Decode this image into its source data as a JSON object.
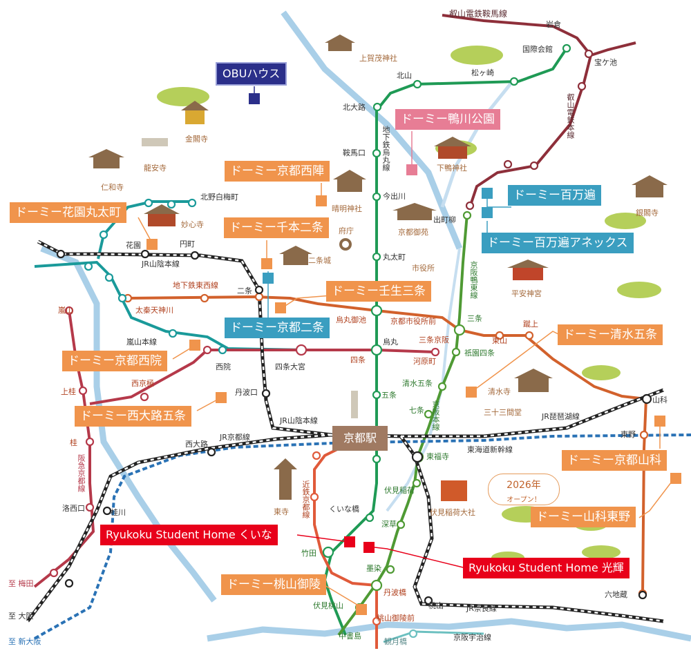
{
  "properties": {
    "obu": "OBUハウス",
    "kamogawa": "ドーミー鴨川公園",
    "hyakumanben": "ドーミー百万遍",
    "hyakumanben_annex": "ドーミー百万遍アネックス",
    "nishijin": "ドーミー京都西陣",
    "hanazono": "ドーミー花園丸太町",
    "senbon": "ドーミー千本二条",
    "mibu": "ドーミー壬生三条",
    "nijo": "ドーミー京都二条",
    "kiyomizu": "ドーミー清水五条",
    "saiin": "ドーミー京都西院",
    "nishioji": "ドーミー西大路五条",
    "yamashina": "ドーミー京都山科",
    "yamashina_higashino": "ドーミー山科東野",
    "kuina": "Ryukoku Student Home くいな",
    "koki": "Ryukoku Student Home 光輝",
    "momoyama": "ドーミー桃山御陵"
  },
  "opening_note": {
    "year": "2026年",
    "text": "オープン！"
  },
  "kyoto_station": "京都駅",
  "lines": {
    "eizan_kurama": "叡山電鉄鞍馬線",
    "eizan_main": "叡山電鉄本線",
    "karasuma": "地下鉄烏丸線",
    "tozai": "地下鉄東西線",
    "keihan_oto": "京阪鴨東線",
    "keihan_main": "京阪本線",
    "randen": "嵐山本線",
    "jr_sanin_1": "JR山陰本線",
    "jr_sanin_2": "JR山陰本線",
    "jr_kyoto": "JR京都線",
    "jr_biwako": "JR琵琶湖線",
    "tokaido": "東海道新幹線",
    "hankyu": "阪急京都線",
    "kintetsu": "近鉄京都線",
    "jr_nara": "JR奈良線",
    "keihan_uji": "京阪宇治線"
  },
  "stations": {
    "iwakura": "岩倉",
    "takaragaike": "宝ケ池",
    "kokusaikaikan": "国際会館",
    "kitayama": "北山",
    "matsugasaki": "松ヶ崎",
    "kitaoji": "北大路",
    "kuramaguchi": "鞍馬口",
    "imadegawa": "今出川",
    "marutamachi": "丸太町",
    "demachiyanagi": "出町柳",
    "kitanohakubaicho": "北野白梅町",
    "hanazono": "花園",
    "emmachi": "円町",
    "nijo": "二条",
    "uzumasatenjingawa": "太秦天神川",
    "karasumaoike": "烏丸御池",
    "shiyakushomae": "京都市役所前",
    "sanjo": "三条",
    "keage": "蹴上",
    "higashiyama": "東山",
    "sanjokeihan": "三条京阪",
    "gionshijo": "祇園四条",
    "karasuma": "烏丸",
    "shijo": "四条",
    "kawaramachi": "河原町",
    "saiin": "西院",
    "shijoomiya": "四条大宮",
    "nishikyogoku": "西京極",
    "arashiyama": "嵐山",
    "kamikatsura": "上桂",
    "katsura": "桂",
    "rakusaiguchi": "洛西口",
    "katsuragawa": "桂川",
    "nishioji": "西大路",
    "tambaguchi": "丹波口",
    "gojo": "五条",
    "shichijo": "七条",
    "kiyomizugojo": "清水五条",
    "tofukuji": "東福寺",
    "fushimiinari": "伏見稲荷",
    "kuinabashi": "くいな橋",
    "fukakusa": "深草",
    "takeda": "竹田",
    "sumizome": "墨染",
    "tambabashi": "丹波橋",
    "fushimimomoyama": "伏見桃山",
    "momoyamagoryomae": "桃山御陵前",
    "momoyama": "桃山",
    "chushojima": "中書島",
    "kangetsukyo": "観月橋",
    "yamashina": "山科",
    "higashino": "東野",
    "rokujizo": "六地蔵",
    "to_umeda": "至 梅田",
    "to_osaka": "至 大阪",
    "to_shinosaka": "至 新大阪"
  },
  "landmarks": {
    "kamigamo": "上賀茂神社",
    "kinkakuji": "金閣寺",
    "ryoanji": "龍安寺",
    "ninnaji": "仁和寺",
    "myoshinji": "妙心寺",
    "seimei": "晴明神社",
    "fucho": "府庁",
    "gosho": "京都御苑",
    "shimogamo": "下鴨神社",
    "ginkakuji": "銀閣寺",
    "nijojo": "二条城",
    "shiyakusho": "市役所",
    "heian": "平安神宮",
    "kiyomizudera": "清水寺",
    "sanjusangendo": "三十三間堂",
    "toji": "東寺",
    "fushimiinaritaisha": "伏見稲荷大社"
  },
  "colors": {
    "karasuma": "#1f9a55",
    "tozai": "#d2612c",
    "eizan": "#8e2f3a",
    "keihan": "#4f9a34",
    "randen": "#1a9a9a",
    "hankyu": "#b5394a",
    "kintetsu": "#e05a3a",
    "jr": "#222222",
    "shinkansen": "#2a72b5",
    "river": "#a9cfe8",
    "orange_box": "#f0944c",
    "blue_box": "#3a9ec0",
    "red_box": "#e8001a"
  }
}
